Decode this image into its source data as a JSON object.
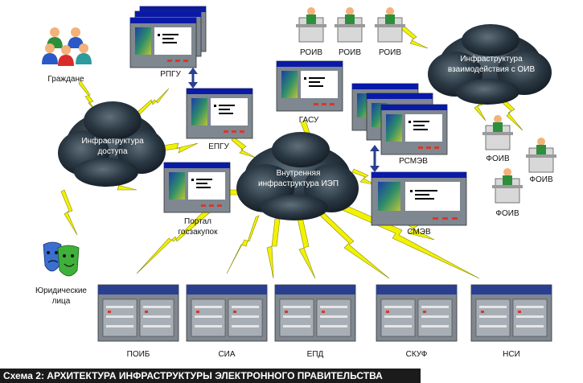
{
  "caption": "Схема 2: АРХИТЕКТУРА ИНФРАСТРУКТУРЫ ЭЛЕКТРОННОГО ПРАВИТЕЛЬСТВА",
  "clouds": {
    "access": [
      "Инфраструктура",
      "доступа"
    ],
    "internal": [
      "Внутренняя",
      "инфраструктура ИЭП"
    ],
    "oiv": [
      "Инфраструктура",
      "взаимодействия с ОИВ"
    ]
  },
  "windows": {
    "rpgu": "РПГУ",
    "epgu": "ЕПГУ",
    "gasu": "ГАСУ",
    "portal": [
      "Портал",
      "госзакупок"
    ],
    "rsmev": "РСМЭВ",
    "smev": "СМЭВ"
  },
  "actors": {
    "citizens": "Граждане",
    "legal": [
      "Юридические",
      "лица"
    ]
  },
  "workstations": {
    "roiv": [
      "РОИВ",
      "РОИВ",
      "РОИВ"
    ],
    "foiv": [
      "ФОИВ",
      "ФОИВ",
      "ФОИВ"
    ]
  },
  "servers": [
    "ПОИБ",
    "СИА",
    "ЕПД",
    "СКУФ",
    "НСИ"
  ],
  "colors": {
    "cloud": "#1f2d38",
    "bolt": "#f2f200",
    "window_frame": "#7f8790",
    "window_title": "#0a1aa8",
    "server_top": "#2a3f8f",
    "caption_bg": "#1b1b1b"
  }
}
